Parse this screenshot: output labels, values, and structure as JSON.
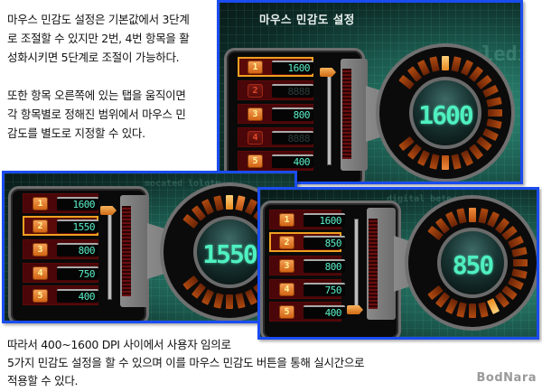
{
  "intro_text": {
    "lines": [
      "마우스 민감도 설정은 기본값에서 3단계",
      "로 조절할 수 있지만 2번, 4번 항목을 활",
      "성화시키면 5단계로 조절이 가능하다.",
      "",
      "또한 항목 오른쪽에 있는 탭을 움직이면",
      "각 항목별로 정해진 범위에서 마우스 민",
      "감도를 별도로 지정할 수 있다."
    ]
  },
  "panels": [
    {
      "title": "마우스 민감도 설정",
      "dial_value": "1600",
      "selected_index": 0,
      "slider_position": "top",
      "rows": [
        {
          "number": "1",
          "value": "1600",
          "enabled": true
        },
        {
          "number": "2",
          "value": "8888",
          "enabled": false
        },
        {
          "number": "3",
          "value": "800",
          "enabled": true
        },
        {
          "number": "4",
          "value": "8888",
          "enabled": false
        },
        {
          "number": "5",
          "value": "400",
          "enabled": true
        }
      ]
    },
    {
      "title": "",
      "dial_value": "1550",
      "selected_index": 1,
      "slider_position": "top",
      "rows": [
        {
          "number": "1",
          "value": "1600",
          "enabled": true
        },
        {
          "number": "2",
          "value": "1550",
          "enabled": true
        },
        {
          "number": "3",
          "value": "800",
          "enabled": true
        },
        {
          "number": "4",
          "value": "750",
          "enabled": true
        },
        {
          "number": "5",
          "value": "400",
          "enabled": true
        }
      ]
    },
    {
      "title": "",
      "dial_value": "850",
      "selected_index": 1,
      "slider_position": "bottom",
      "rows": [
        {
          "number": "1",
          "value": "1600",
          "enabled": true
        },
        {
          "number": "2",
          "value": "850",
          "enabled": true
        },
        {
          "number": "3",
          "value": "800",
          "enabled": true
        },
        {
          "number": "4",
          "value": "750",
          "enabled": true
        },
        {
          "number": "5",
          "value": "400",
          "enabled": true
        }
      ]
    }
  ],
  "outro_text": {
    "lines": [
      "따라서 400~1600 DPI 사이에서 사용자 임의로",
      "5가지 민감도 설정을 할 수 있으며 이를 마우스 민감도 버튼을 통해 실시간으로",
      "적용할 수 있다."
    ]
  },
  "watermark": "BodNara",
  "colors": {
    "panel_border": "#1a4cf0",
    "lcd_text": "#5af0c8",
    "accent_orange": "#f0a020",
    "row_bg": "#4a0608"
  }
}
